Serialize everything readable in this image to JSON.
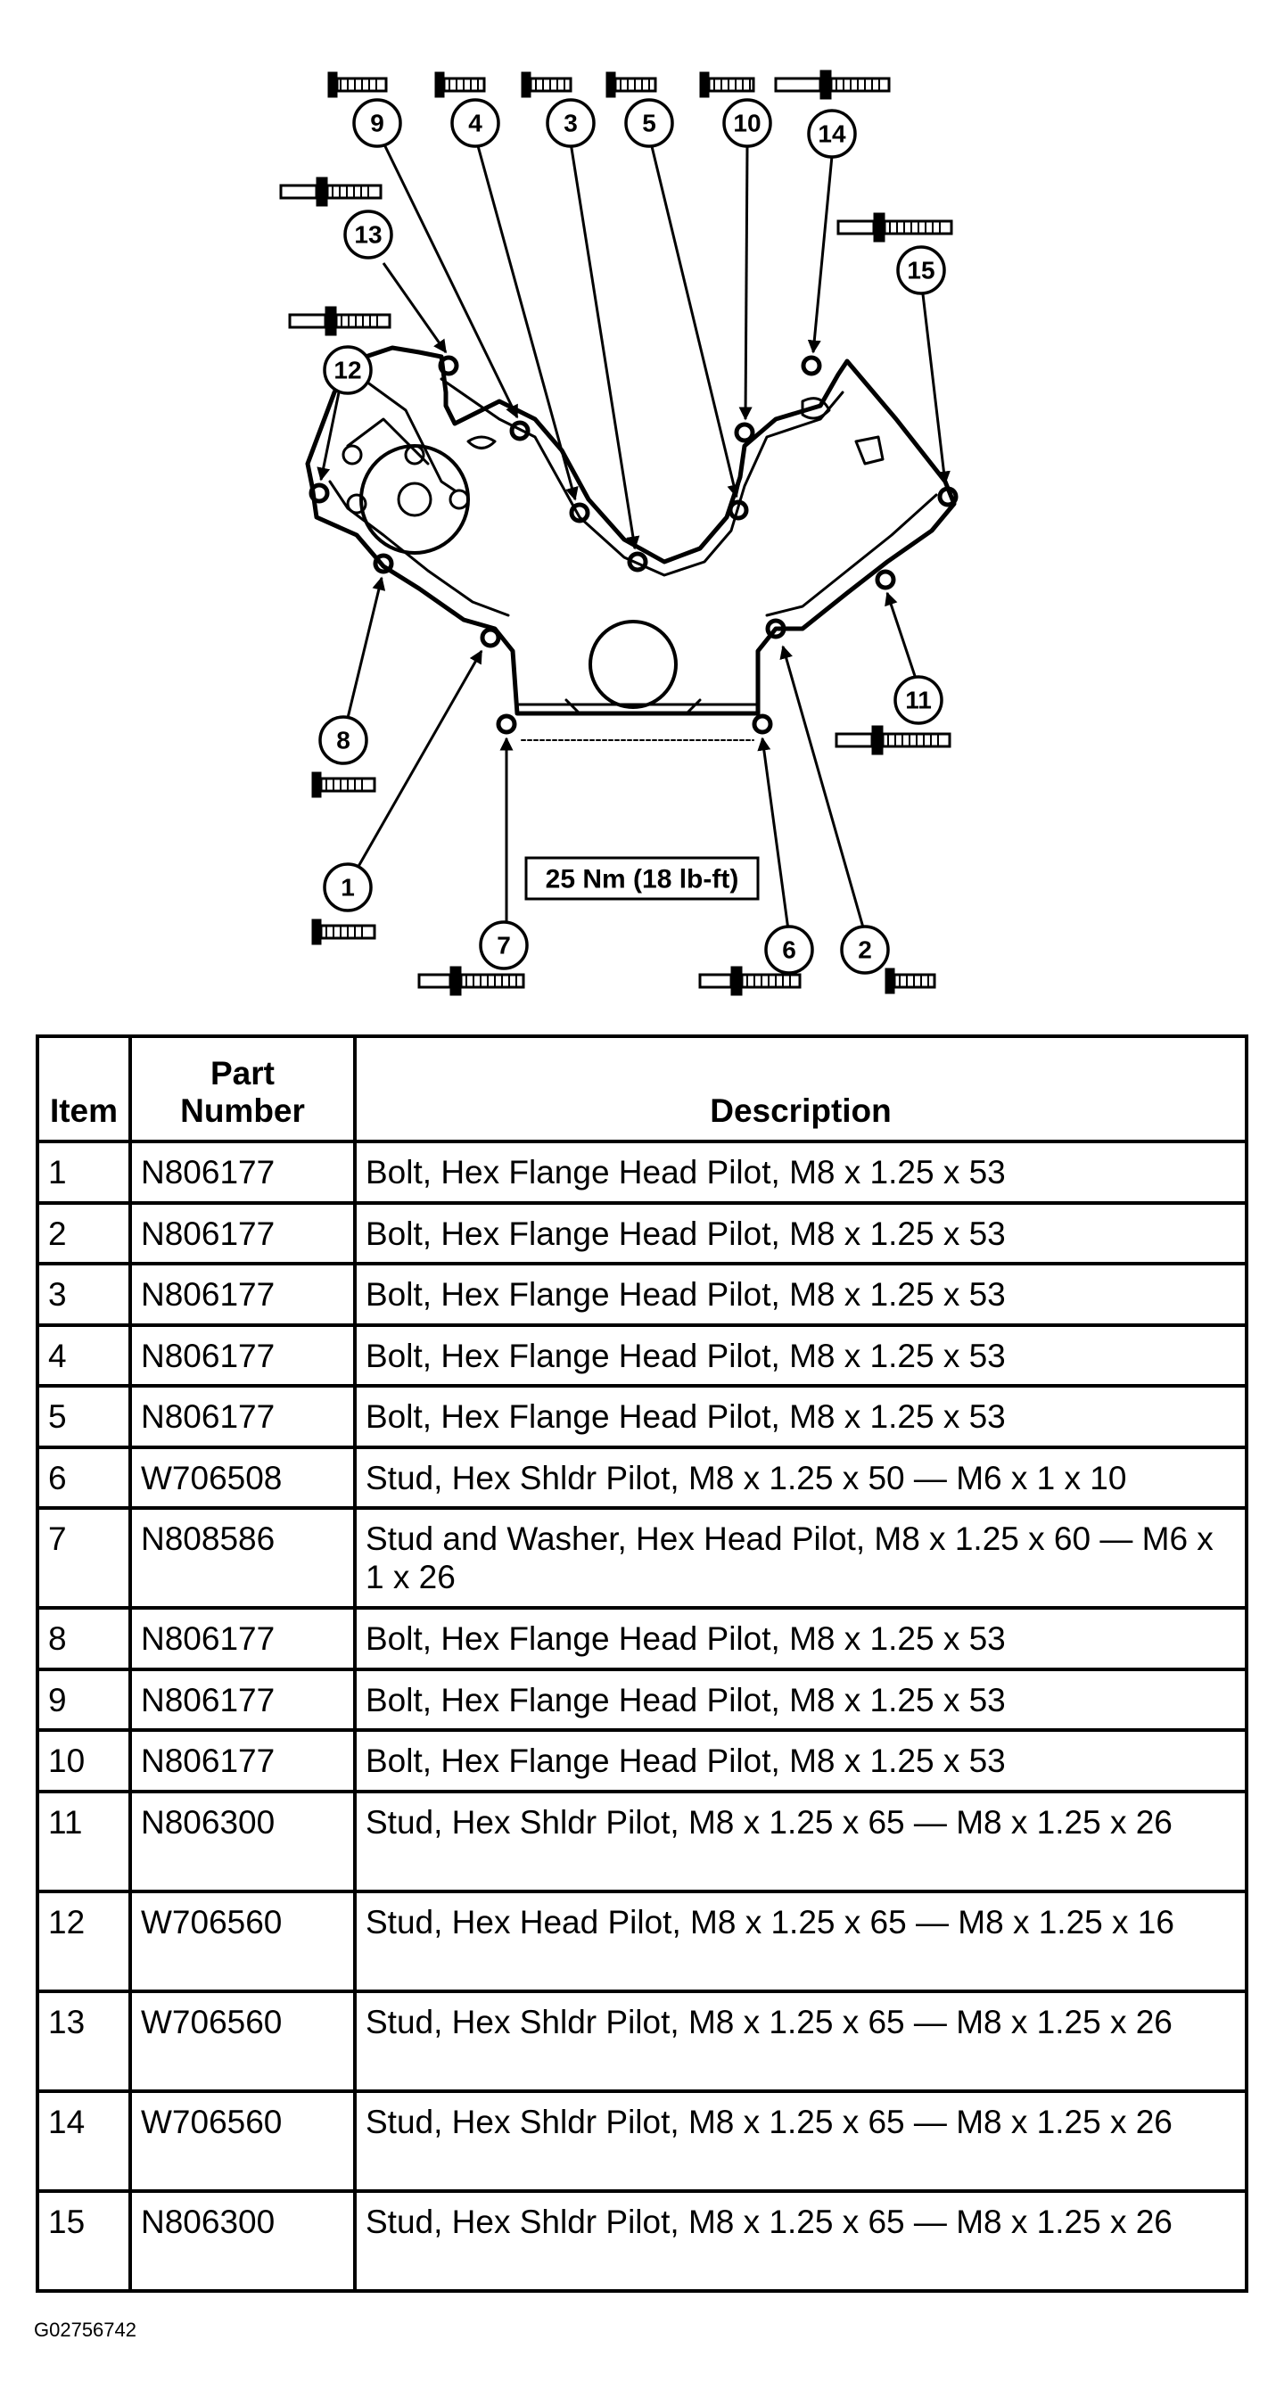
{
  "diagram": {
    "torque_label": "25 Nm (18 lb-ft)",
    "callouts": [
      "1",
      "2",
      "3",
      "4",
      "5",
      "6",
      "7",
      "8",
      "9",
      "10",
      "11",
      "12",
      "13",
      "14",
      "15"
    ]
  },
  "table": {
    "headers": {
      "item": "Item",
      "part_number_line1": "Part",
      "part_number_line2": "Number",
      "description": "Description"
    },
    "rows": [
      {
        "item": "1",
        "part": "N806177",
        "desc": "Bolt, Hex Flange Head Pilot, M8 x 1.25 x 53"
      },
      {
        "item": "2",
        "part": "N806177",
        "desc": "Bolt, Hex Flange Head Pilot, M8 x 1.25 x 53"
      },
      {
        "item": "3",
        "part": "N806177",
        "desc": "Bolt, Hex Flange Head Pilot, M8 x 1.25 x 53"
      },
      {
        "item": "4",
        "part": "N806177",
        "desc": "Bolt, Hex Flange Head Pilot, M8 x 1.25 x 53"
      },
      {
        "item": "5",
        "part": "N806177",
        "desc": "Bolt, Hex Flange Head Pilot, M8 x 1.25 x 53"
      },
      {
        "item": "6",
        "part": "W706508",
        "desc": "Stud, Hex Shldr Pilot, M8 x 1.25 x 50  — M6 x 1 x 10"
      },
      {
        "item": "7",
        "part": "N808586",
        "desc": "Stud and Washer, Hex Head Pilot, M8 x 1.25 x 60 — M6 x 1 x 26"
      },
      {
        "item": "8",
        "part": "N806177",
        "desc": "Bolt, Hex Flange Head Pilot, M8 x 1.25 x 53"
      },
      {
        "item": "9",
        "part": "N806177",
        "desc": "Bolt, Hex Flange Head Pilot, M8 x 1.25 x 53"
      },
      {
        "item": "10",
        "part": "N806177",
        "desc": "Bolt, Hex Flange Head Pilot, M8 x 1.25 x 53"
      },
      {
        "item": "11",
        "part": "N806300",
        "desc": "Stud, Hex Shldr Pilot, M8 x 1.25 x 65  — M8 x 1.25 x 26"
      },
      {
        "item": "12",
        "part": "W706560",
        "desc": "Stud, Hex Head Pilot, M8 x 1.25 x 65 — M8 x 1.25 x 16"
      },
      {
        "item": "13",
        "part": "W706560",
        "desc": "Stud, Hex Shldr Pilot, M8 x 1.25 x 65  — M8 x 1.25 x 26"
      },
      {
        "item": "14",
        "part": "W706560",
        "desc": "Stud, Hex Shldr Pilot, M8 x 1.25 x 65  — M8 x 1.25 x 26"
      },
      {
        "item": "15",
        "part": "N806300",
        "desc": "Stud, Hex Shldr Pilot, M8 x 1.25 x 65  — M8 x 1.25 x 26"
      }
    ]
  },
  "figure_id": "G02756742"
}
